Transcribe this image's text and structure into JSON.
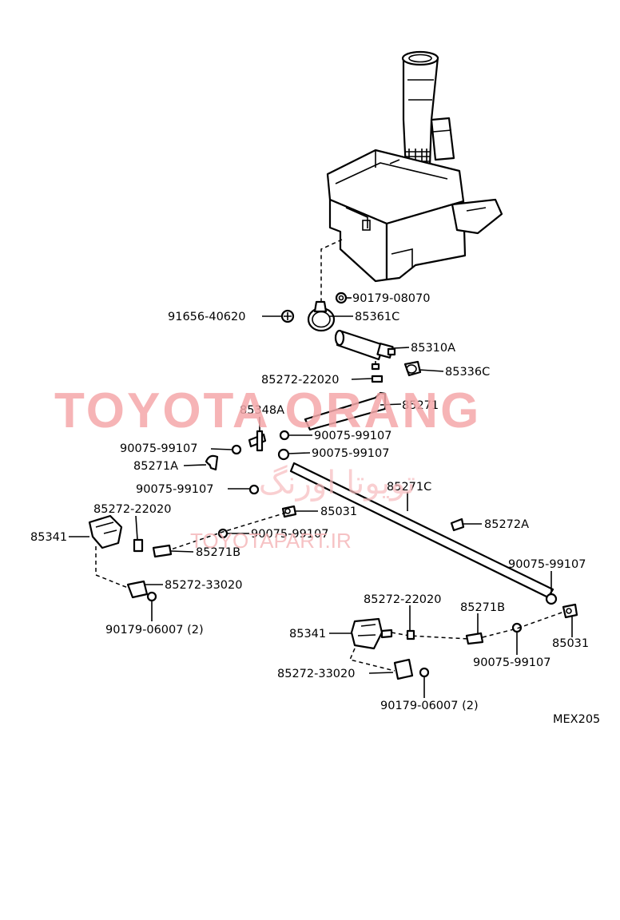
{
  "watermark": {
    "brand": "TOYOTA ORANG",
    "brand_fa": "تویوتا اورنگ",
    "site": "TOYOTAPART.IR"
  },
  "diagram_code": "MEX205",
  "labels": {
    "p90179_08070": "90179-08070",
    "p91656_40620": "91656-40620",
    "p85361C": "85361C",
    "p85310A": "85310A",
    "p85336C": "85336C",
    "p85272_22020_top": "85272-22020",
    "p85271": "85271",
    "p85348A": "85348A",
    "p90075_a": "90075-99107",
    "p90075_b": "90075-99107",
    "p90075_c": "90075-99107",
    "p85271A": "85271A",
    "p90075_d": "90075-99107",
    "p85271C": "85271C",
    "p85272_22020_left": "85272-22020",
    "p85031_left": "85031",
    "p85272A": "85272A",
    "p85341_left": "85341",
    "p90075_e": "90075-99107",
    "p85271B_left": "85271B",
    "p90075_f": "90075-99107",
    "p85272_33020_left": "85272-33020",
    "p90179_06007_left": "90179-06007 (2)",
    "p85272_22020_right": "85272-22020",
    "p85271B_right": "85271B",
    "p85341_right": "85341",
    "p85031_right": "85031",
    "p90075_g": "90075-99107",
    "p85272_33020_right": "85272-33020",
    "p90179_06007_right": "90179-06007 (2)"
  }
}
